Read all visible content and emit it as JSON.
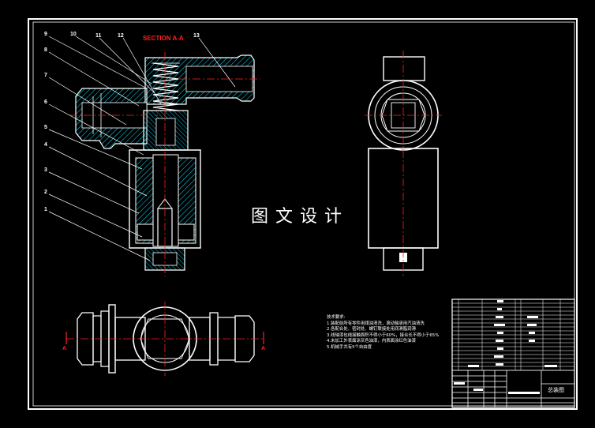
{
  "drawing": {
    "section_label": "SECTION A-A",
    "watermark": "图文设计",
    "section_letter_left": "A",
    "section_letter_right": "A",
    "title_block_name": "总装图"
  },
  "callouts": [
    "9",
    "10",
    "11",
    "12",
    "13",
    "8",
    "7",
    "6",
    "5",
    "4",
    "3",
    "2",
    "1"
  ],
  "tech_notes": {
    "heading": "技术要求:",
    "items": [
      "1.装配前所有零件用煤油清洗，滚动轴承用汽油清洗",
      "2.各配合处、密封处、螺钉联接处用润滑脂润滑",
      "3.线轴漆包线接触面积不得小于60%，接合长不得小于65%",
      "4.未加工外表面涂灰色油漆，内表面涂红色油漆",
      "5.机械手共有5个自由度"
    ]
  },
  "colors": {
    "background": "#000000",
    "outline": "#ffffff",
    "hatch": "#00e5ff",
    "centerline": "#ff2020"
  }
}
